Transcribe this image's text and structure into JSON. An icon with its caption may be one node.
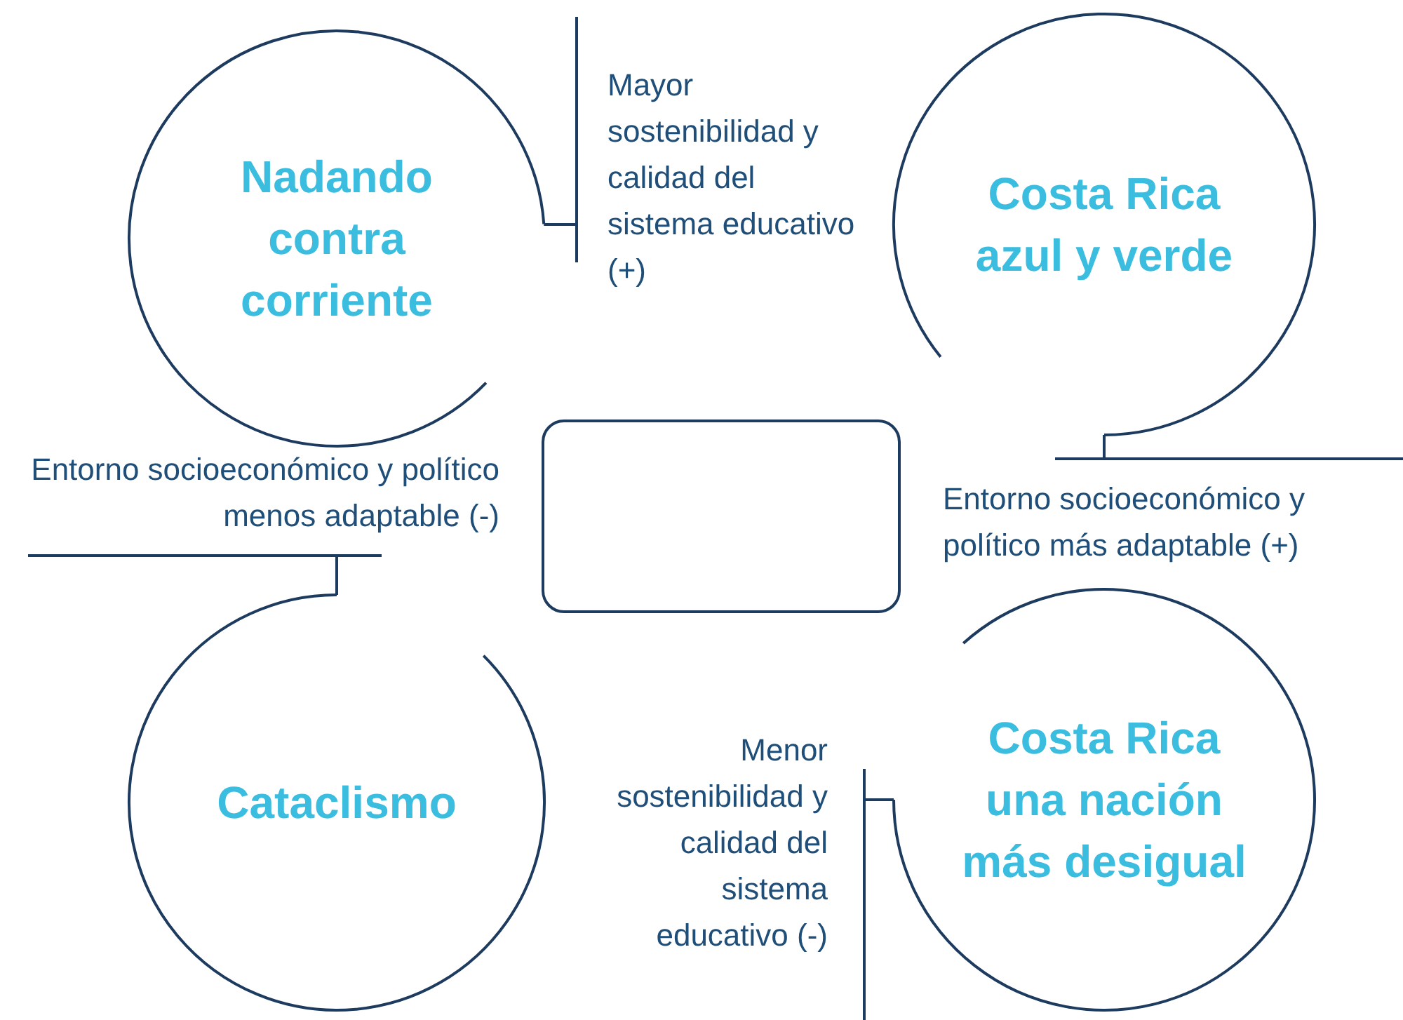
{
  "diagram": {
    "nodes": [
      {
        "text": [
          "Nadando contra corriente"
        ]
      },
      {
        "text": [
          "Costa Rica azul y verde"
        ]
      },
      {
        "text": [
          "Cataclismo"
        ]
      },
      {
        "text": [
          "Costa Rica una nación más desigual"
        ]
      },
      {
        "text": [],
        "shape": "box"
      },
      {
        "text": [
          "Mayor sostenibilidad y calidad del sistema educativo (+)"
        ]
      },
      {
        "text": [
          "Entorno socioeconómico y político menos adaptable (-)"
        ]
      },
      {
        "text": [
          "Entorno socioeconómico y político más adaptable (+)"
        ]
      },
      {
        "text": [
          "Menor sostenibilidad y calidad del sistema educativo (-)"
        ]
      }
    ],
    "edges": [
      {
        "from": 0,
        "to": 5,
        "arrow": "none"
      },
      {
        "from": 1,
        "to": 7,
        "arrow": "none"
      },
      {
        "from": 2,
        "to": 6,
        "arrow": "none"
      },
      {
        "from": 3,
        "to": 8,
        "arrow": "none"
      }
    ]
  }
}
